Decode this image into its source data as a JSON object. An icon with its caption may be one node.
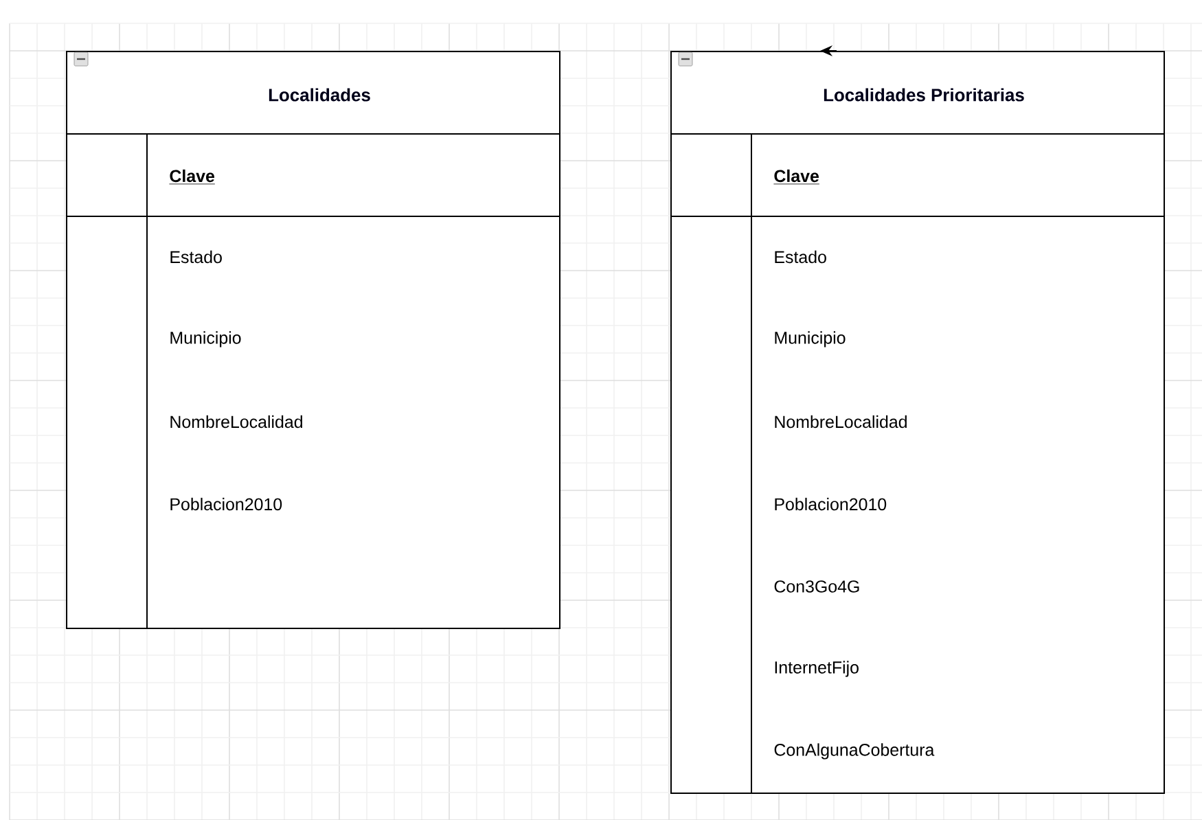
{
  "diagram": {
    "nodes": [
      {
        "text": [
          "Localidades"
        ]
      },
      {
        "text": [
          "Clave"
        ],
        "in": 0
      },
      {
        "text": [
          "Estado",
          "Municipio",
          "NombreLocalidad",
          "Poblacion2010"
        ],
        "in": 0
      },
      {
        "text": [
          "Localidades Prioritarias"
        ]
      },
      {
        "text": [
          "Clave"
        ],
        "in": 3
      },
      {
        "text": [
          "Estado",
          "Municipio",
          "NombreLocalidad",
          "Poblacion2010",
          "Con3Go4G",
          "InternetFijo",
          "ConAlgunaCobertura"
        ],
        "in": 3
      }
    ]
  }
}
